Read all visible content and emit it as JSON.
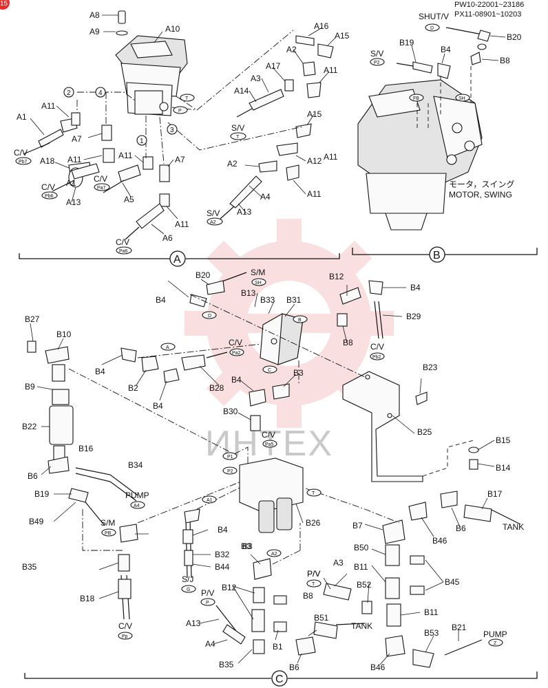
{
  "header": {
    "serial_1": "PW10-22001~23186",
    "serial_2": "PX11-08901~10203",
    "corner_mark": "15"
  },
  "watermark": {
    "text": "ИНТЕХ"
  },
  "sections": {
    "a": "A",
    "b": "B",
    "c": "C"
  },
  "motor_label": {
    "jp": "モータ，スイング",
    "en": "MOTOR, SWING"
  },
  "section_a": {
    "parts": [
      "A8",
      "A9",
      "A10",
      "A16",
      "A15",
      "A2",
      "A11",
      "A17",
      "A3",
      "A14",
      "A11",
      "A15",
      "A12",
      "A2",
      "A4",
      "A13",
      "A11",
      "A1",
      "A11",
      "A7",
      "A11",
      "A18",
      "A1",
      "A13",
      "A11",
      "A5",
      "A7",
      "A11",
      "A6"
    ],
    "ports": {
      "cv_pb7": "C/V",
      "cv_pb7_tag": "Pb7",
      "cv_pb6": "C/V",
      "cv_pb6_tag": "Pb6",
      "cv_pa7": "C/V",
      "cv_pa7_tag": "Pa7",
      "cv_pa6": "C/V",
      "cv_pa6_tag": "Pa6",
      "sv_t": "S/V",
      "sv_t_tag": "T",
      "sv_a2": "S/V",
      "sv_a2_tag": "A2"
    },
    "callouts": [
      "1",
      "2",
      "3",
      "4"
    ],
    "valve_tags": {
      "t": "T",
      "p": "P"
    }
  },
  "section_b": {
    "parts": [
      "B19",
      "B4",
      "B20",
      "B8"
    ],
    "ports": {
      "shutv": "SHUT/V",
      "shutv_tag": "D",
      "sv_p2": "S/V",
      "sv_p2_tag": "P2"
    },
    "motor_tags": {
      "fb": "FB",
      "sh": "SH"
    }
  },
  "section_c": {
    "parts": [
      "B20",
      "B12",
      "B4",
      "B4",
      "B13",
      "B33",
      "B31",
      "B8",
      "B29",
      "B27",
      "B10",
      "B4",
      "B2",
      "B28",
      "B4",
      "B3",
      "B23",
      "B9",
      "B4",
      "B30",
      "B22",
      "B25",
      "B15",
      "B14",
      "B16",
      "B34",
      "B6",
      "B19",
      "B49",
      "B4",
      "B26",
      "B3",
      "B7",
      "B46",
      "B6",
      "B17",
      "B35",
      "B32",
      "B44",
      "B3",
      "B50",
      "B45",
      "B11",
      "B18",
      "P/V",
      "A3",
      "B8",
      "B52",
      "B12",
      "B11",
      "A13",
      "B51",
      "A4",
      "B1",
      "B35",
      "B6",
      "B46",
      "B53",
      "B21"
    ],
    "ports": {
      "sm_sh": "S/M",
      "sm_sh_tag": "SH",
      "cv_pb2": "C/V",
      "cv_pb2_tag": "Pb2",
      "cv_pa2": "C/V",
      "cv_pa2_tag": "Pa2",
      "cv_pa5": "C/V",
      "cv_pa5_tag": "Pa5",
      "pump_a4": "PUMP",
      "pump_a4_tag": "A4",
      "sm_pb": "S/M",
      "sm_pb_tag": "PB",
      "sj_g": "S/J",
      "sj_g_tag": "G",
      "pv_t": "P/V",
      "pv_t_tag": "T",
      "pv_p": "P/V",
      "pv_p_tag": "P",
      "cv_pp": "C/V",
      "cv_pp_tag": "Pp",
      "tank_1": "TANK",
      "tank_2": "TANK",
      "pump_z": "PUMP",
      "pump_z_tag": "Z"
    },
    "tags": {
      "d": "D",
      "b": "B",
      "a": "A",
      "c": "C",
      "p1": "P1",
      "p2": "P2",
      "a1": "A1",
      "a2": "A2",
      "t": "T"
    }
  }
}
